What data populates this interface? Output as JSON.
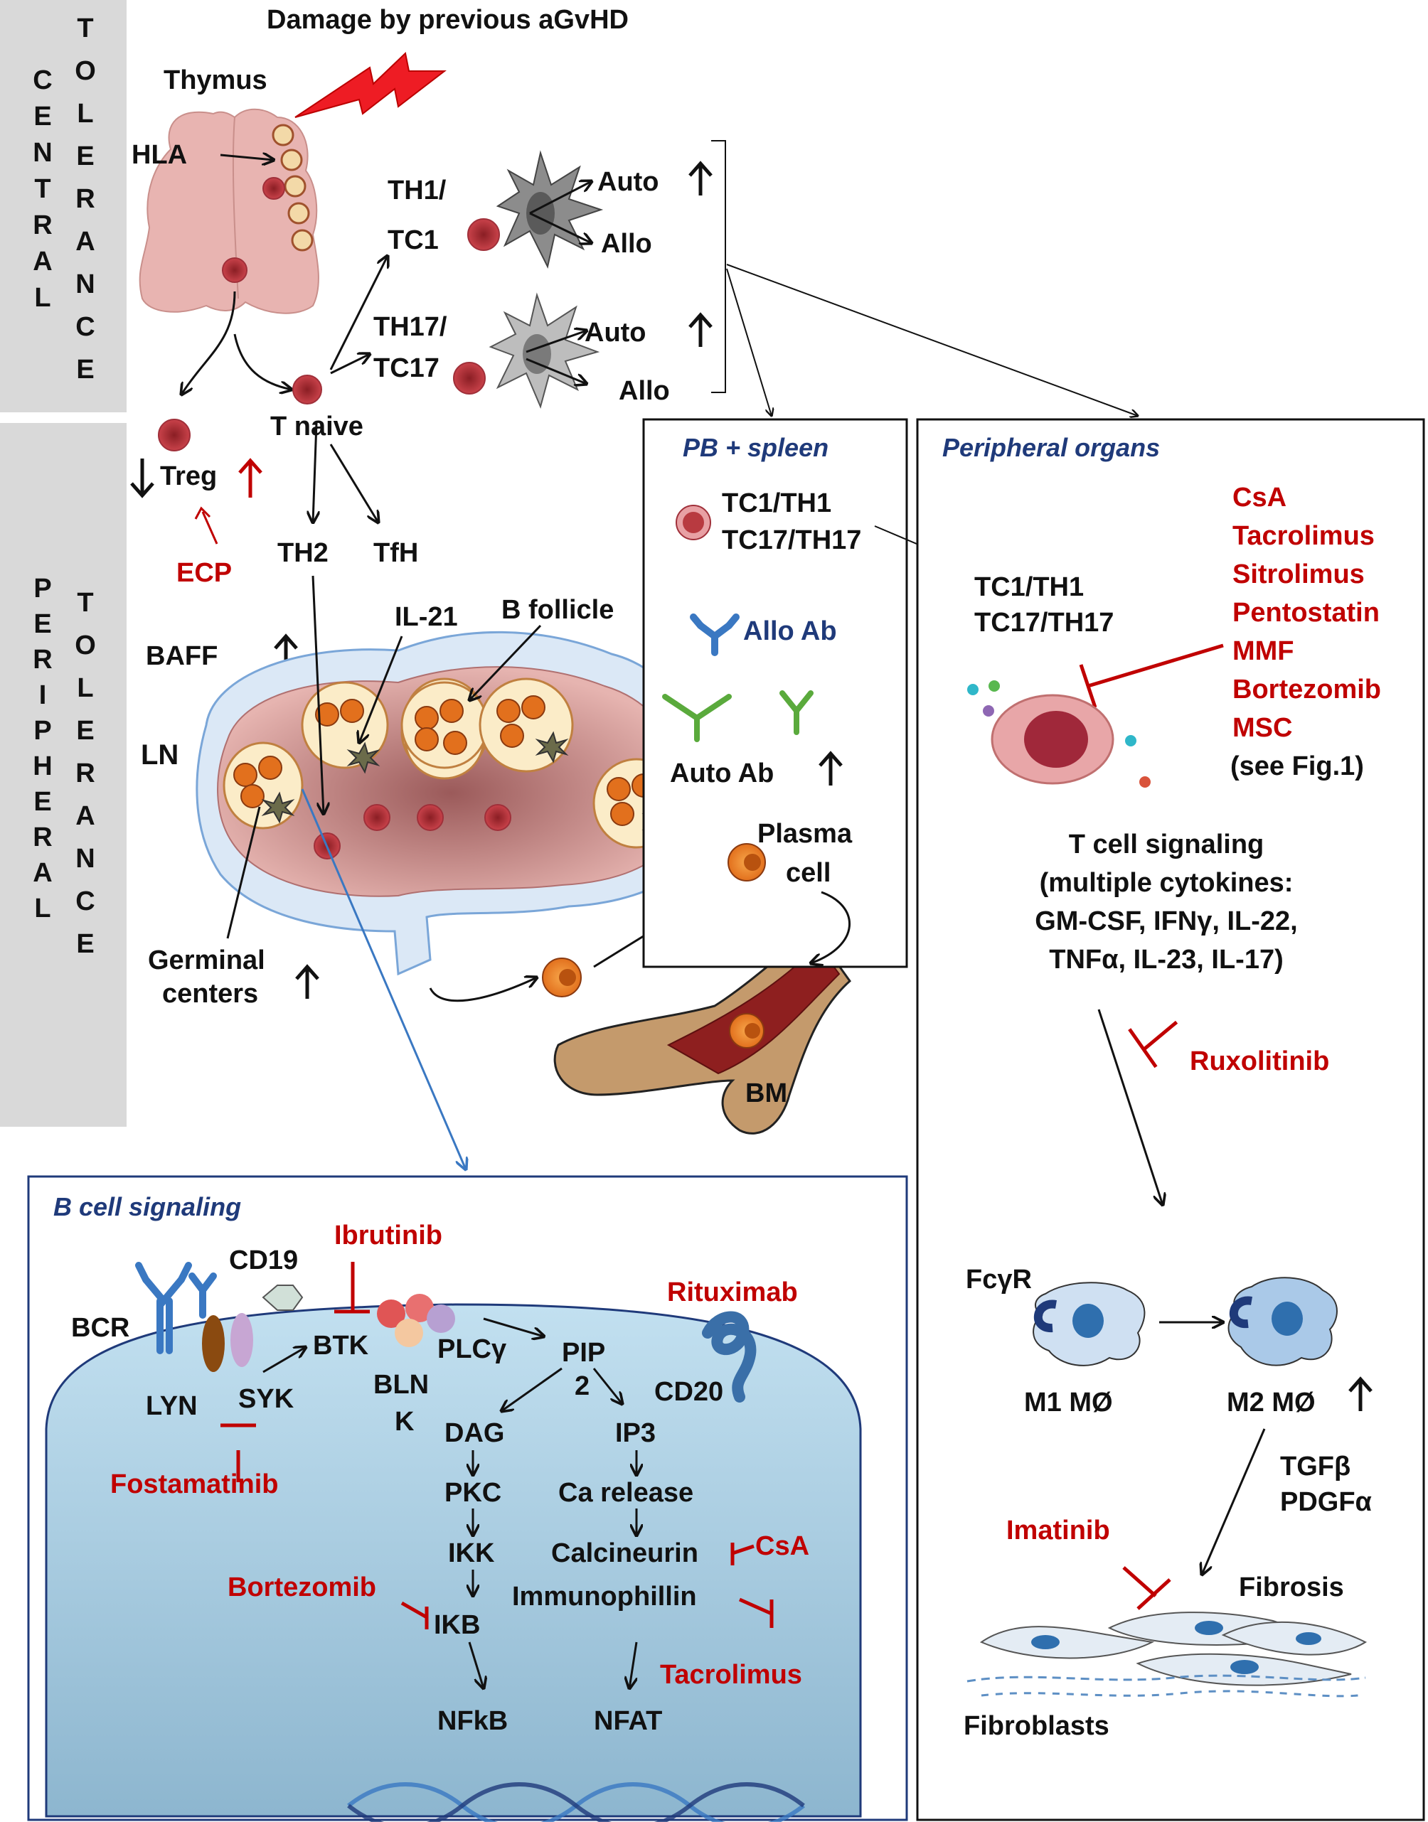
{
  "title": "Damage by previous aGvHD",
  "side_labels": {
    "central": [
      "C",
      "E",
      "N",
      "T",
      "R",
      "A",
      "L"
    ],
    "central_tolerance": [
      "T",
      "O",
      "L",
      "E",
      "R",
      "A",
      "N",
      "C",
      "E"
    ],
    "peripheral": [
      "P",
      "E",
      "R",
      "I",
      "P",
      "H",
      "E",
      "R",
      "A",
      "L"
    ],
    "peripheral_tolerance": [
      "T",
      "O",
      "L",
      "E",
      "R",
      "A",
      "N",
      "C",
      "E"
    ]
  },
  "thymus": {
    "label": "Thymus",
    "hla": "HLA"
  },
  "t_cells": {
    "t_naive": "T naive",
    "treg": "Treg",
    "ecp": "ECP",
    "th1_line1": "TH1/",
    "th1_line2": "TC1",
    "th17_line1": "TH17/",
    "th17_line2": "TC17",
    "auto1": "Auto",
    "allo1": "Allo",
    "auto2": "Auto",
    "allo2": "Allo",
    "th2": "TH2",
    "tfh": "TfH",
    "il21": "IL-21",
    "b_follicle": "B follicle",
    "baff": "BAFF",
    "ln": "LN",
    "germinal_line1": "Germinal",
    "germinal_line2": "centers",
    "plasma_line1": "Plasma",
    "plasma_line2": "cell",
    "bm": "BM"
  },
  "pb_box": {
    "title": "PB + spleen",
    "cells_line1": "TC1/TH1",
    "cells_line2": "TC17/TH17",
    "allo_ab": "Allo Ab",
    "auto_ab": "Auto Ab"
  },
  "peripheral_box": {
    "title": "Peripheral organs",
    "cells_line1": "TC1/TH1",
    "cells_line2": "TC17/TH17",
    "drugs": [
      "CsA",
      "Tacrolimus",
      "Sitrolimus",
      "Pentostatin",
      "MMF",
      "Bortezomib",
      "MSC"
    ],
    "see_fig": "(see Fig.1)",
    "signaling": [
      "T cell signaling",
      "(multiple cytokines:",
      "GM-CSF, IFNγ, IL-22,",
      "TNFα, IL-23, IL-17)"
    ],
    "ruxolitinib": "Ruxolitinib",
    "fcgr": "FcγR",
    "m1": "M1 MØ",
    "m2": "M2 MØ",
    "tgfb": "TGFβ",
    "pdgfa": "PDGFα",
    "imatinib": "Imatinib",
    "fibrosis": "Fibrosis",
    "fibroblasts": "Fibroblasts"
  },
  "b_cell_box": {
    "title": "B cell signaling",
    "cd19": "CD19",
    "ibrutinib": "Ibrutinib",
    "rituximab": "Rituximab",
    "bcr": "BCR",
    "btk": "BTK",
    "plcg": "PLCγ",
    "pip": "PIP",
    "pip_sub": "2",
    "lyn": "LYN",
    "syk": "SYK",
    "bln": "BLN",
    "bln_k": "K",
    "cd20": "CD20",
    "dag": "DAG",
    "ip3": "IP3",
    "fostamatinib": "Fostamatinib",
    "pkc": "PKC",
    "ca_release": "Ca release",
    "ikk": "IKK",
    "calcineurin": "Calcineurin",
    "csa": "CsA",
    "bortezomib": "Bortezomib",
    "immunophillin": "Immunophillin",
    "ikb": "IKB",
    "tacrolimus": "Tacrolimus",
    "nfkb": "NFkB",
    "nfat": "NFAT"
  },
  "colors": {
    "drug_red": "#c00000",
    "title_blue": "#1f3a7a",
    "side_gray": "#d9d9d9",
    "cell_red": "#b83a40",
    "b_cell_fill": "#a9cde3"
  }
}
